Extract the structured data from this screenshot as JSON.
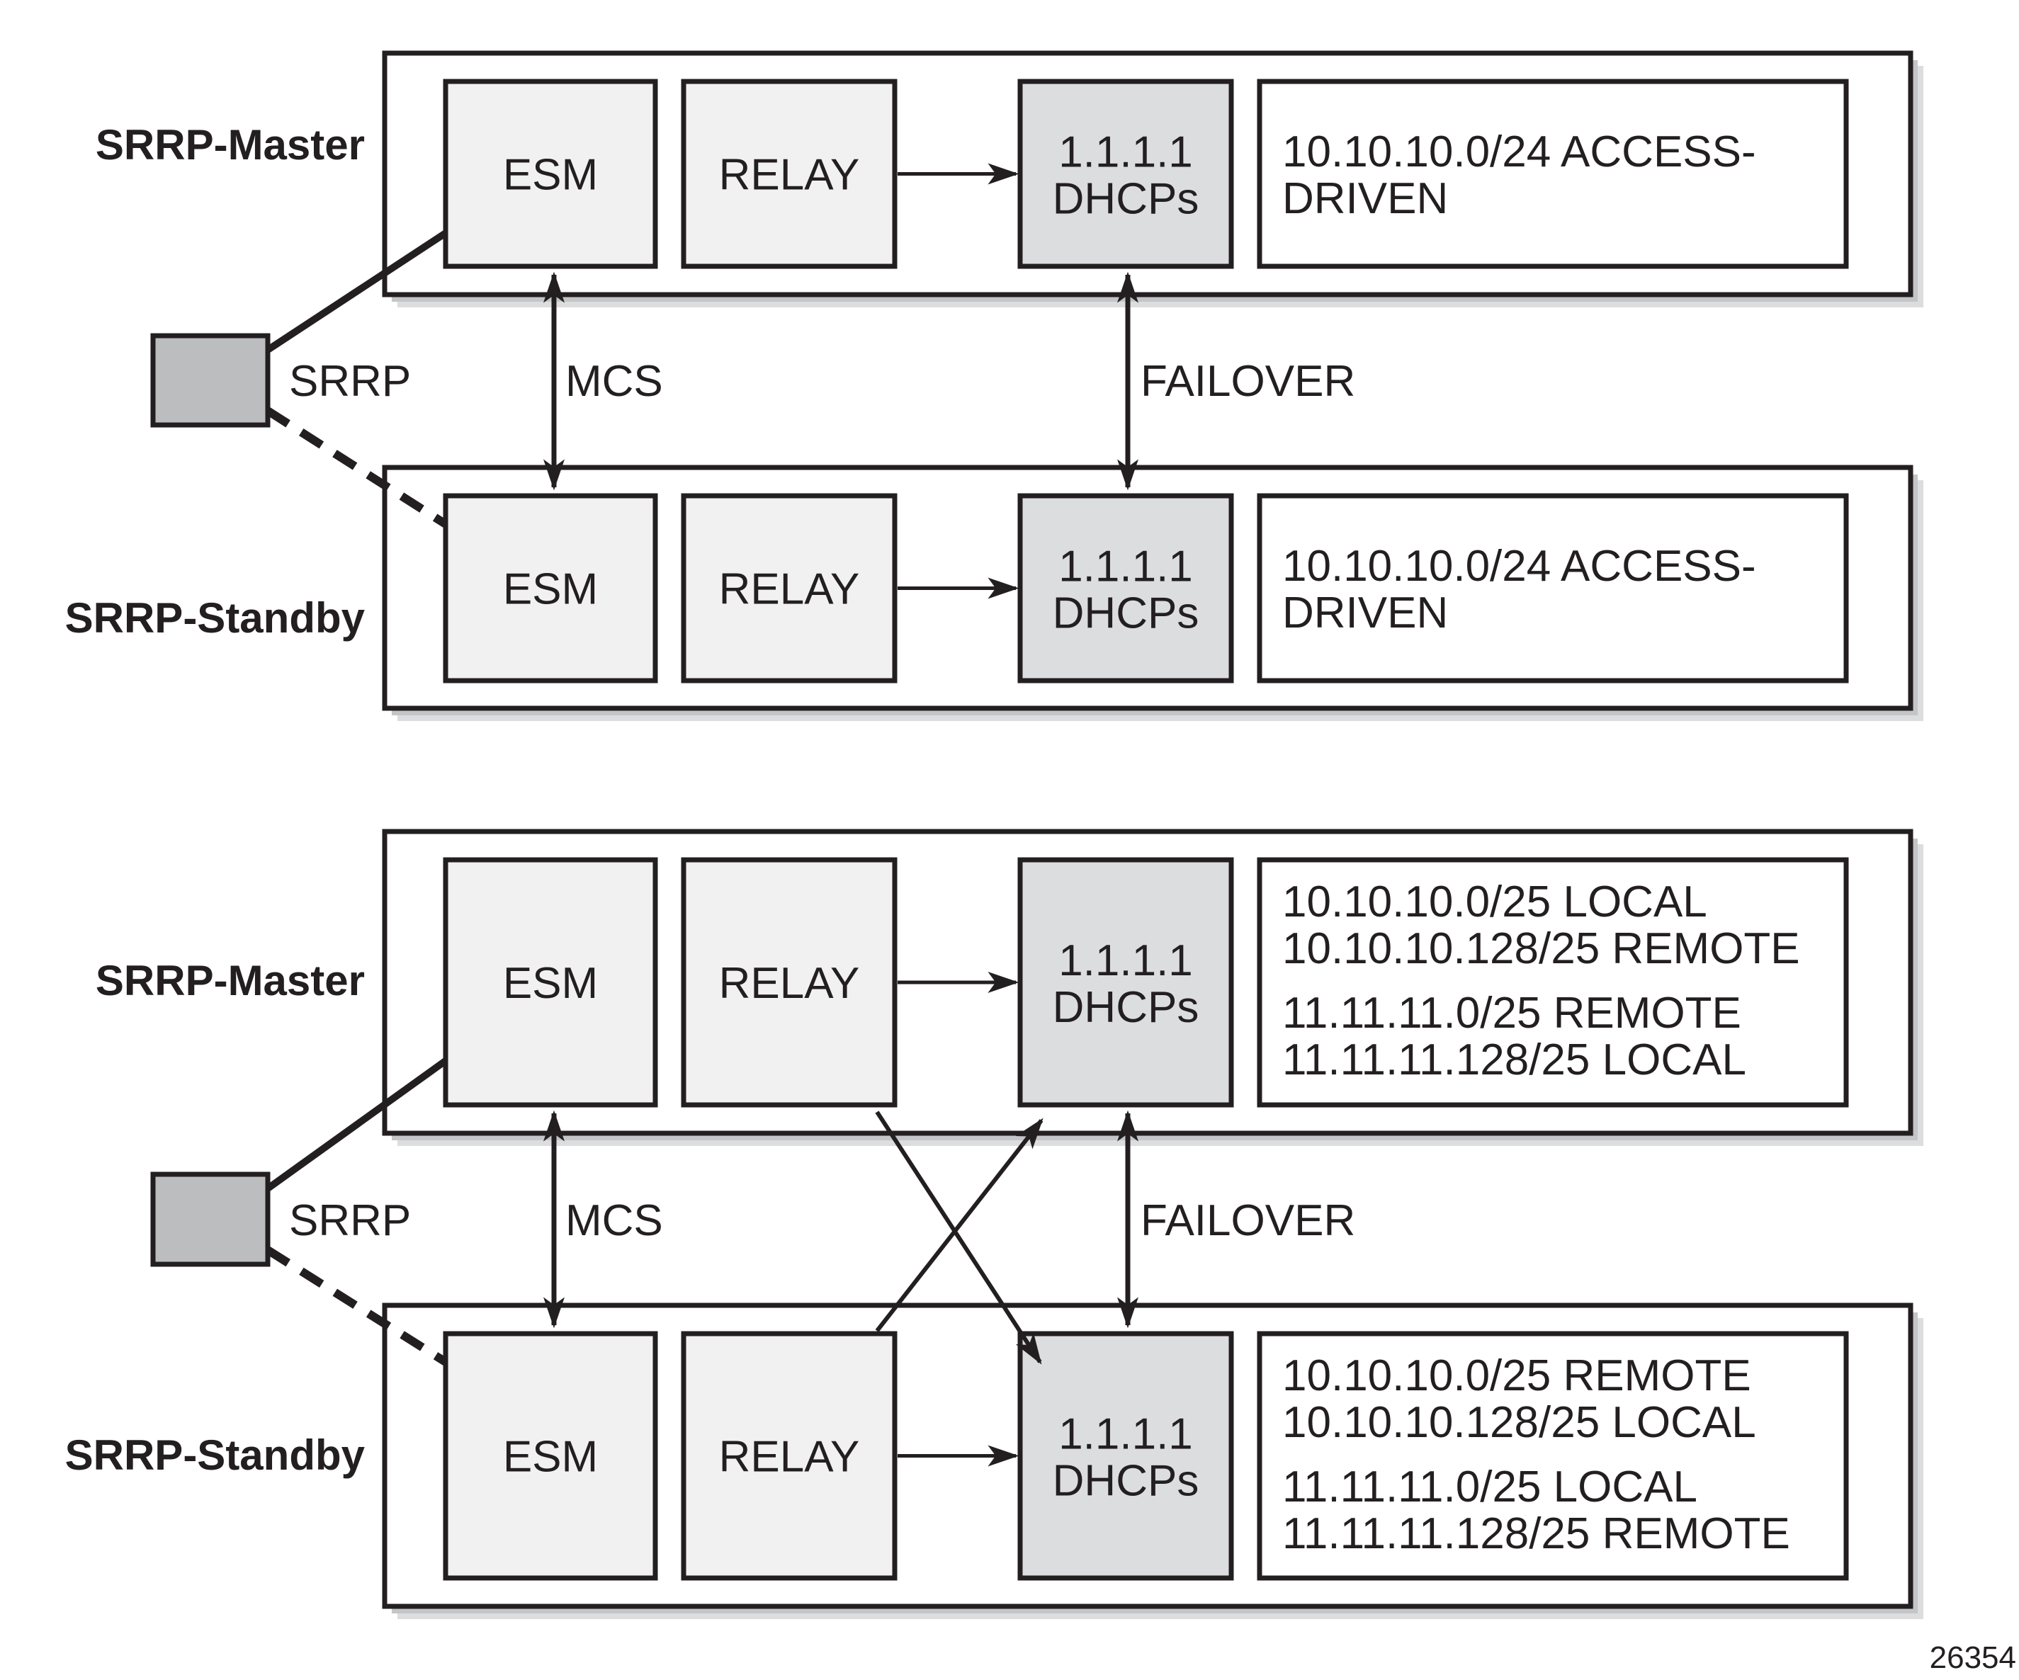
{
  "colors": {
    "stroke": "#231f20",
    "module_fill": "#f0f1f0",
    "dhcp_fill": "#dcdddf",
    "client_fill": "#bcbdbf",
    "shadow_dark": "#c4c5c7",
    "shadow_light": "#dcdddf"
  },
  "figure_id": "26354",
  "diagrams": [
    {
      "master": {
        "label": "SRRP-Master",
        "esm": "ESM",
        "relay": "RELAY",
        "dhcp": [
          "1.1.1.1",
          "DHCPs"
        ],
        "pool_lines": [
          [
            "10.10.10.0/24 ACCESS-",
            "DRIVEN"
          ]
        ]
      },
      "standby": {
        "label": "SRRP-Standby",
        "esm": "ESM",
        "relay": "RELAY",
        "dhcp": [
          "1.1.1.1",
          "DHCPs"
        ],
        "pool_lines": [
          [
            "10.10.10.0/24 ACCESS-",
            "DRIVEN"
          ]
        ]
      },
      "srrp_label": "SRRP",
      "mcs_label": "MCS",
      "failover_label": "FAILOVER"
    },
    {
      "master": {
        "label": "SRRP-Master",
        "esm": "ESM",
        "relay": "RELAY",
        "dhcp": [
          "1.1.1.1",
          "DHCPs"
        ],
        "pool_lines": [
          [
            "10.10.10.0/25 LOCAL",
            "10.10.10.128/25 REMOTE"
          ],
          [
            "11.11.11.0/25 REMOTE",
            "11.11.11.128/25 LOCAL"
          ]
        ]
      },
      "standby": {
        "label": "SRRP-Standby",
        "esm": "ESM",
        "relay": "RELAY",
        "dhcp": [
          "1.1.1.1",
          "DHCPs"
        ],
        "pool_lines": [
          [
            "10.10.10.0/25 REMOTE",
            "10.10.10.128/25 LOCAL"
          ],
          [
            "11.11.11.0/25 LOCAL",
            "11.11.11.128/25 REMOTE"
          ]
        ]
      },
      "srrp_label": "SRRP",
      "mcs_label": "MCS",
      "failover_label": "FAILOVER"
    }
  ]
}
